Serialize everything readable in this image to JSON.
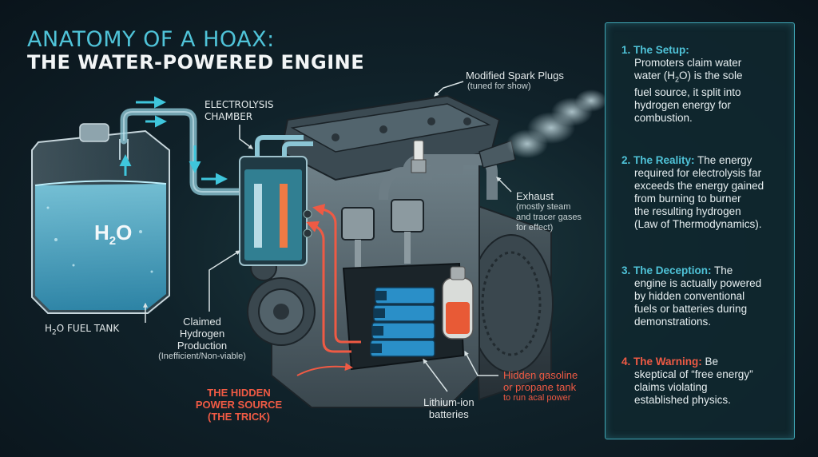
{
  "title": {
    "line1": "ANATOMY OF A HOAX:",
    "line2": "THE WATER-POWERED ENGINE"
  },
  "tank": {
    "formula_main": "H",
    "formula_sub": "2",
    "formula_end": "O"
  },
  "labels": {
    "spark_plugs": "Modified Spark Plugs",
    "spark_plugs_note": "(tuned for show)",
    "electrolysis": "ELECTROLYSIS",
    "electrolysis_2": "CHAMBER",
    "exhaust": "Exhaust",
    "exhaust_note_1": "(mostly steam",
    "exhaust_note_2": "and tracer gases",
    "exhaust_note_3": "for effect)",
    "fuel_tank_a": "H",
    "fuel_tank_sub": "2",
    "fuel_tank_b": "O FUEL TANK",
    "claimed_1": "Claimed",
    "claimed_2": "Hydrogen",
    "claimed_3": "Production",
    "claimed_note": "(Inefficient/Non-viable)",
    "hidden_1": "THE HIDDEN",
    "hidden_2": "POWER SOURCE",
    "hidden_3": "(THE TRICK)",
    "lithium_1": "Lithium-ion",
    "lithium_2": "batteries",
    "gasoline_1": "Hidden gasoline",
    "gasoline_2": "or propane tank",
    "gasoline_note": "to run acal power"
  },
  "panel": {
    "points": [
      {
        "title": "1. The Setup:",
        "l1": "Promoters claim water",
        "l2a": "water (H",
        "l2sub": "2",
        "l2b": "O) is the sole",
        "l3": "fuel source, it split into",
        "l4": "hydrogen energy for",
        "l5": "combustion."
      },
      {
        "title": "2. The Reality:",
        "t_after": "The energy",
        "l1": "required for electrolysis far",
        "l2": "exceeds the energy gained",
        "l3": "from burning to burner",
        "l4": "the resulting hydrogen",
        "l5": "(Law of Thermodynamics)."
      },
      {
        "title": "3. The Deception:",
        "t_after": "The",
        "l1": "engine is actually powered",
        "l2": "by hidden conventional",
        "l3": "fuels or batteries during",
        "l4": "demonstrations."
      },
      {
        "title": "4. The Warning:",
        "t_after": "Be",
        "l1": "skeptical of “free energy”",
        "l2": "claims violating",
        "l3": "established physics."
      }
    ]
  },
  "colors": {
    "accent": "#4fc3d8",
    "warning": "#ef5a44",
    "background": "#10222a",
    "engine": "#46565e"
  }
}
